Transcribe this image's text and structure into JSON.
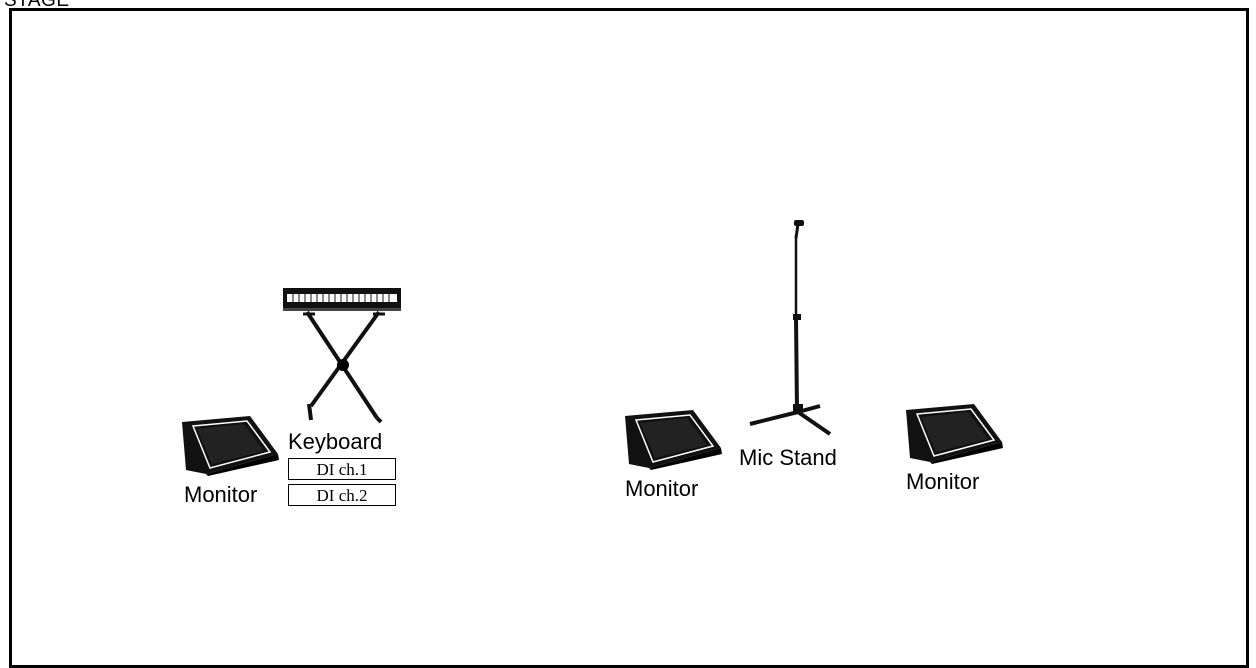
{
  "stage": {
    "title": "STAGE"
  },
  "keyboard": {
    "label": "Keyboard",
    "di_channels": [
      "DI ch.1",
      "DI ch.2"
    ]
  },
  "mic_stand": {
    "label": "Mic Stand"
  },
  "monitors": [
    {
      "label": "Monitor"
    },
    {
      "label": "Monitor"
    },
    {
      "label": "Monitor"
    }
  ]
}
